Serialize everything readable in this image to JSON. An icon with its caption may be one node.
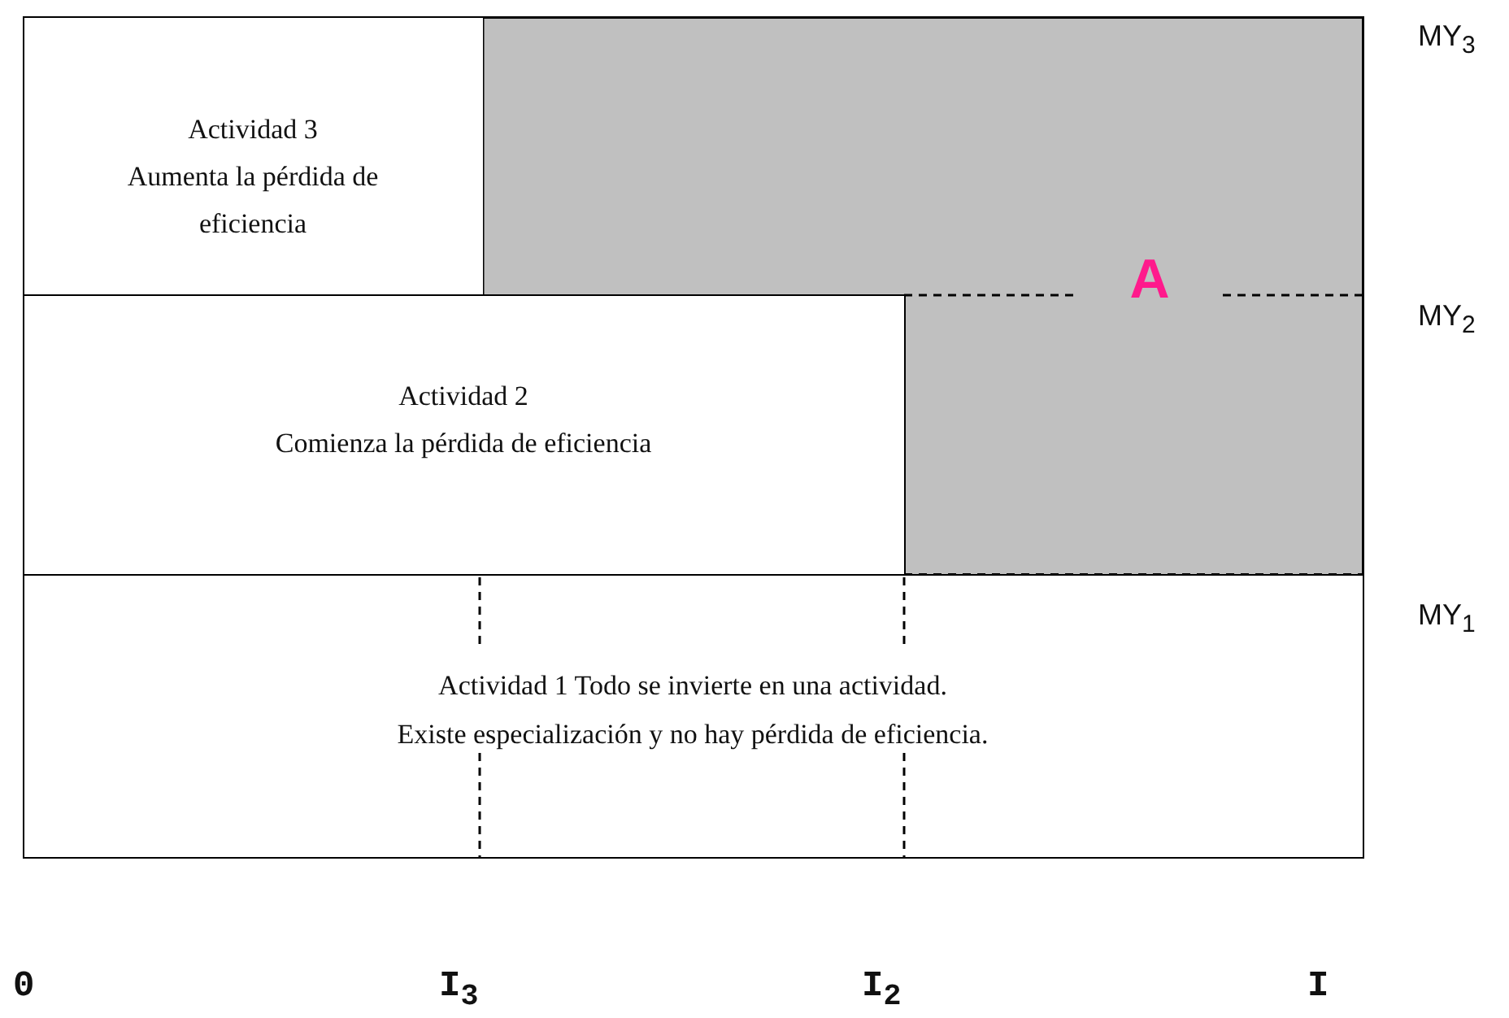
{
  "diagram": {
    "nodes": [
      {
        "text": [
          "Actividad 3",
          "Aumenta la pérdida de eficiencia"
        ]
      },
      {
        "text": [
          "A"
        ]
      },
      {
        "text": [
          "Actividad 2",
          "Comienza la pérdida de eficiencia"
        ]
      },
      {
        "text": [
          "Actividad 1 Todo se invierte en una actividad.",
          "Existe especialización y no hay pérdida de eficiencia."
        ]
      }
    ],
    "edges": [],
    "labels": [
      "MY$_{3}$",
      "MY$_{2}$",
      "MY$_{1}$",
      "0",
      "I$_{3}$",
      "I$_{2}$",
      "I"
    ]
  }
}
